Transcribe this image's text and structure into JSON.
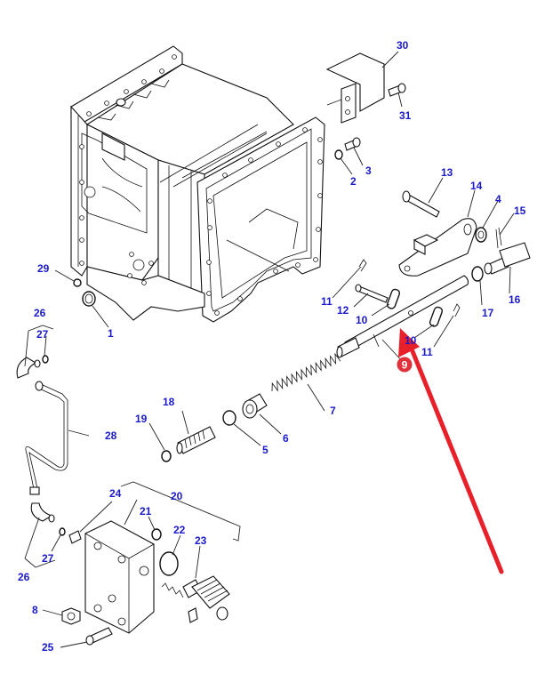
{
  "diagram": {
    "type": "exploded-parts-diagram",
    "subject": "transmission housing with control shaft, valve block and lines",
    "colors": {
      "label": "#1a1acc",
      "line_art": "#111111",
      "highlight": "#e8202a",
      "highlight_badge": "#e0303a"
    },
    "callouts": [
      {
        "id": "c30",
        "text": "30"
      },
      {
        "id": "c31",
        "text": "31"
      },
      {
        "id": "c3",
        "text": "3"
      },
      {
        "id": "c2",
        "text": "2"
      },
      {
        "id": "c13",
        "text": "13"
      },
      {
        "id": "c14",
        "text": "14"
      },
      {
        "id": "c4",
        "text": "4"
      },
      {
        "id": "c15",
        "text": "15"
      },
      {
        "id": "c16",
        "text": "16"
      },
      {
        "id": "c17",
        "text": "17"
      },
      {
        "id": "c11a",
        "text": "11"
      },
      {
        "id": "c12",
        "text": "12"
      },
      {
        "id": "c10a",
        "text": "10"
      },
      {
        "id": "c10b",
        "text": "10"
      },
      {
        "id": "c11b",
        "text": "11"
      },
      {
        "id": "c29",
        "text": "29"
      },
      {
        "id": "c1",
        "text": "1"
      },
      {
        "id": "c26a",
        "text": "26"
      },
      {
        "id": "c27a",
        "text": "27"
      },
      {
        "id": "c28",
        "text": "28"
      },
      {
        "id": "c18",
        "text": "18"
      },
      {
        "id": "c19",
        "text": "19"
      },
      {
        "id": "c5",
        "text": "5"
      },
      {
        "id": "c6",
        "text": "6"
      },
      {
        "id": "c7",
        "text": "7"
      },
      {
        "id": "c24",
        "text": "24"
      },
      {
        "id": "c20",
        "text": "20"
      },
      {
        "id": "c21",
        "text": "21"
      },
      {
        "id": "c22",
        "text": "22"
      },
      {
        "id": "c23",
        "text": "23"
      },
      {
        "id": "c27b",
        "text": "27"
      },
      {
        "id": "c26b",
        "text": "26"
      },
      {
        "id": "c8",
        "text": "8"
      },
      {
        "id": "c25",
        "text": "25"
      }
    ],
    "highlight": {
      "part_number": "9",
      "description": "highlighted part pointed to by red arrow"
    }
  }
}
